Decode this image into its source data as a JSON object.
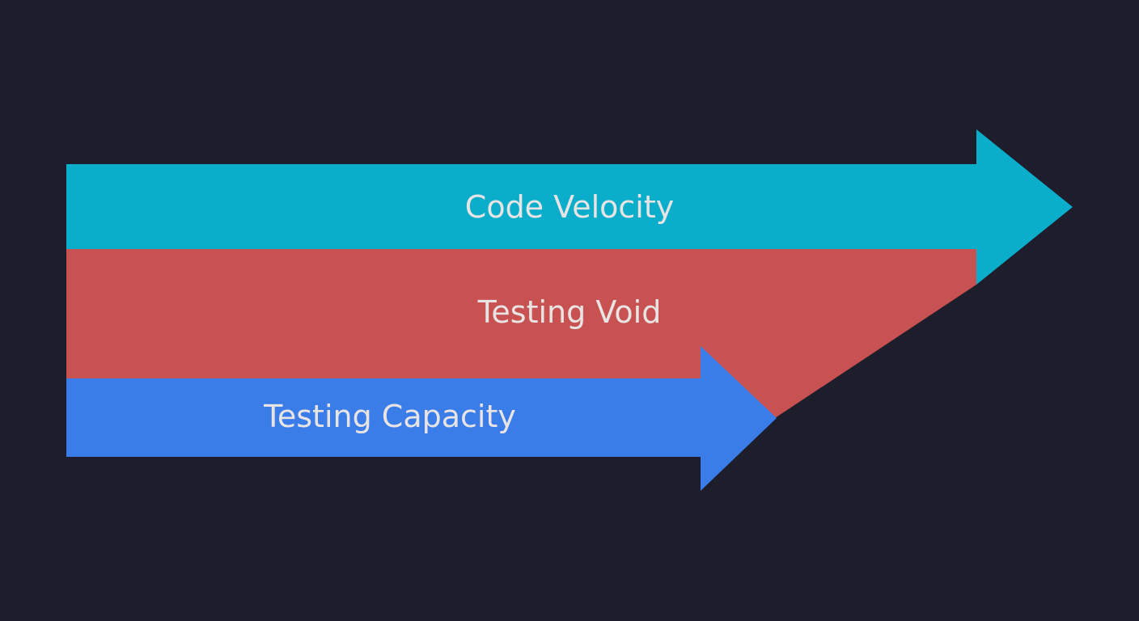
{
  "diagram": {
    "background": "#1d1d2c",
    "arrows": [
      {
        "id": "code-velocity",
        "label": "Code Velocity",
        "color": "#0aaecb"
      },
      {
        "id": "testing-void",
        "label": "Testing Void",
        "color": "#c85151"
      },
      {
        "id": "testing-capacity",
        "label": "Testing Capacity",
        "color": "#3a7de8"
      }
    ]
  }
}
